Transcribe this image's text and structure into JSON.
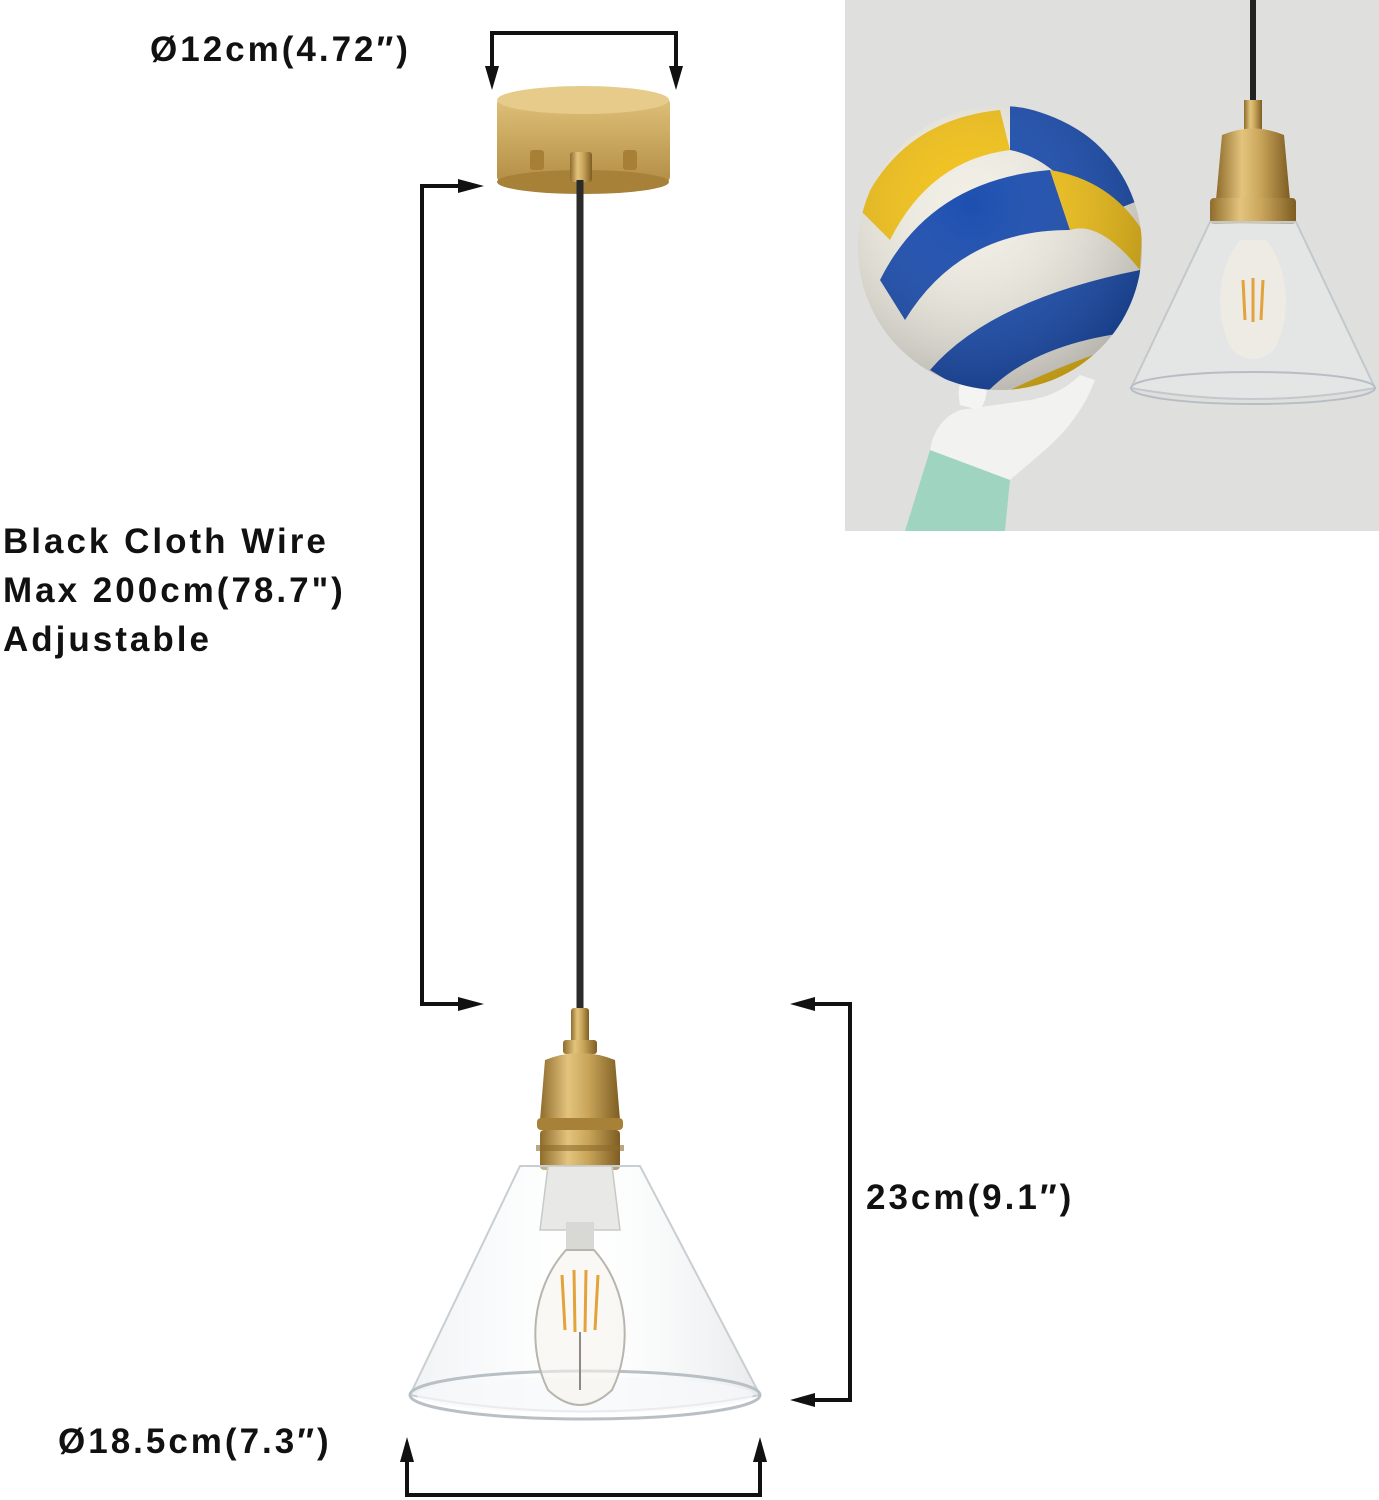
{
  "dimensions": {
    "canopy_diameter": "Ø12cm(4.72″)",
    "wire_line_1": "Black Cloth Wire",
    "wire_line_2": "Max 200cm(78.7\")",
    "wire_line_3": "Adjustable",
    "shade_height": "23cm(9.1″)",
    "shade_diameter": "Ø18.5cm(7.3″)"
  },
  "colors": {
    "brass": "#c9a55a",
    "brass_dark": "#9c7a35",
    "cord": "#2a2a2a",
    "dimension_line": "#111111",
    "photo_background": "#d9d9d7",
    "ball_yellow": "#f2c21b",
    "ball_blue": "#1d4fb0",
    "ball_white": "#f1eee4"
  },
  "photo": {
    "subject": "volleyball-next-to-pendant-size-comparison"
  }
}
